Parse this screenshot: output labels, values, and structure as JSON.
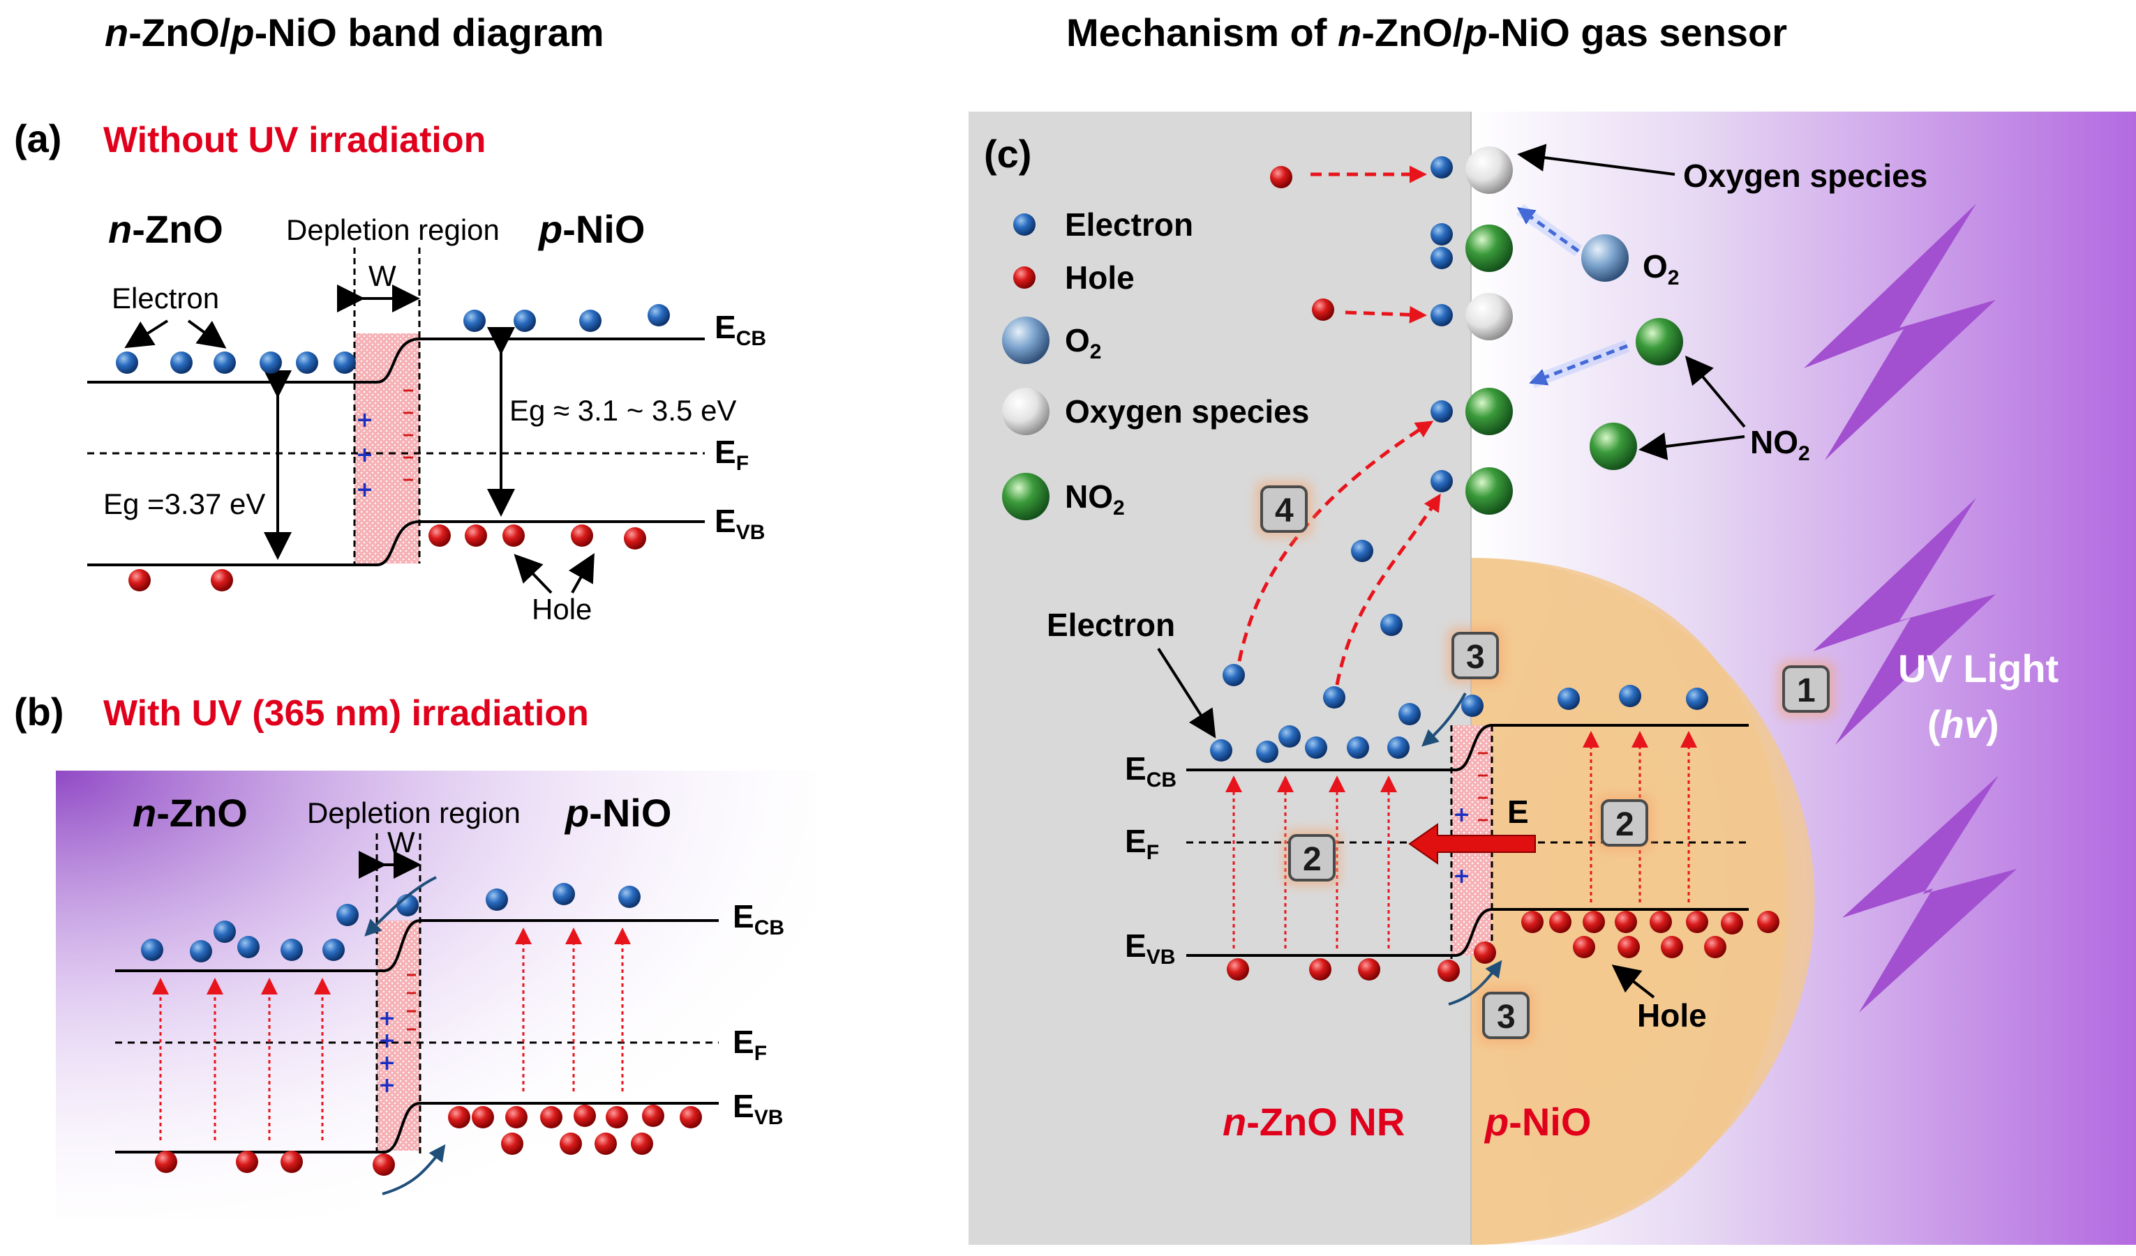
{
  "left_title": {
    "pre": "n",
    "mid": "-ZnO/",
    "pre2": "p",
    "post": "-NiO band diagram"
  },
  "right_title": {
    "pre": "Mechanism of ",
    "i1": "n",
    "mid": "-ZnO/",
    "i2": "p",
    "post": "-NiO gas sensor"
  },
  "panel_a": {
    "tag": "(a)",
    "heading": "Without UV irradiation",
    "left_material": {
      "ital": "n",
      "rest": "-ZnO"
    },
    "right_material": {
      "ital": "p",
      "rest": "-NiO"
    },
    "depletion": "Depletion region",
    "width_label": "W",
    "electron_label": "Electron",
    "hole_label": "Hole",
    "eg_left": "Eg =3.37 eV",
    "eg_right": "Eg ≈ 3.1 ~ 3.5 eV",
    "ecb": "E",
    "ecb_sub": "CB",
    "ef": "E",
    "ef_sub": "F",
    "evb": "E",
    "evb_sub": "VB"
  },
  "panel_b": {
    "tag": "(b)",
    "heading": "With UV (365 nm) irradiation",
    "left_material": {
      "ital": "n",
      "rest": "-ZnO"
    },
    "right_material": {
      "ital": "p",
      "rest": "-NiO"
    },
    "depletion": "Depletion region",
    "width_label": "W",
    "ecb": "E",
    "ecb_sub": "CB",
    "ef": "E",
    "ef_sub": "F",
    "evb": "E",
    "evb_sub": "VB"
  },
  "panel_c": {
    "tag": "(c)",
    "legend": [
      {
        "label": "Electron",
        "icon": "electron-icon"
      },
      {
        "label": "Hole",
        "icon": "hole-icon"
      },
      {
        "label": "O",
        "sub": "2",
        "icon": "o2-molecule-icon"
      },
      {
        "label": "Oxygen species",
        "icon": "oxygen-species-icon"
      },
      {
        "label": "NO",
        "sub": "2",
        "icon": "no2-molecule-icon"
      }
    ],
    "oxygen_species_label": "Oxygen species",
    "o2_label": "O",
    "o2_sub": "2",
    "no2_label": "NO",
    "no2_sub": "2",
    "electron_label": "Electron",
    "hole_label": "Hole",
    "field_label": "E",
    "uv_label": "UV Light",
    "uv_hv_open": "(",
    "uv_hv": "hv",
    "uv_hv_close": ")",
    "steps": [
      "1",
      "2",
      "2",
      "3",
      "3",
      "4"
    ],
    "ecb": "E",
    "ecb_sub": "CB",
    "ef": "E",
    "ef_sub": "F",
    "evb": "E",
    "evb_sub": "VB",
    "bottom_left": {
      "ital": "n",
      "rest": "-ZnO NR"
    },
    "bottom_right": {
      "ital": "p",
      "rest": "-NiO"
    }
  },
  "colors": {
    "red_text": "#e0001b",
    "electron": "#1f5fae",
    "hole": "#c8101a",
    "no2": "#2e8b2e",
    "uv": "#a24fd0",
    "depletion": "#f4a0a6"
  }
}
